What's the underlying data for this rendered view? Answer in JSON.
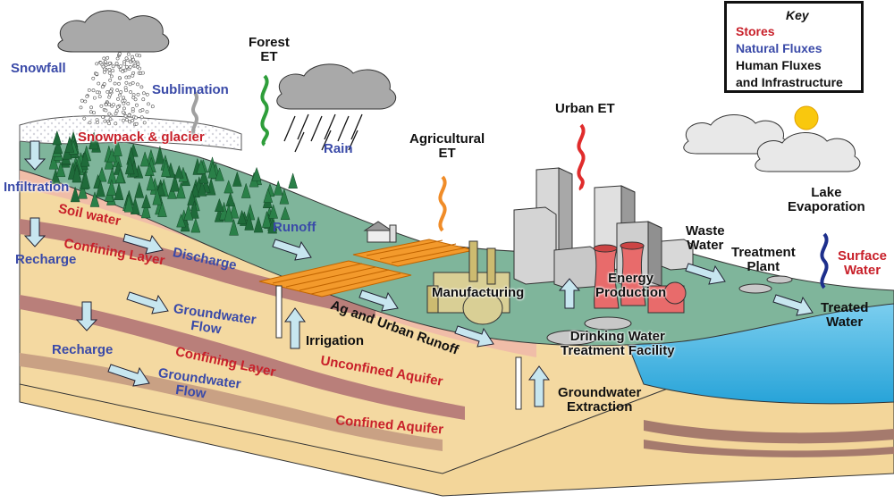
{
  "key": {
    "title": "Key",
    "stores": "Stores",
    "natural_fluxes": "Natural Fluxes",
    "human_fluxes_1": "Human Fluxes",
    "human_fluxes_2": "and Infrastructure"
  },
  "colors": {
    "stores": "#c8202a",
    "natural_fluxes": "#3a4aa8",
    "human_fluxes": "#111111"
  },
  "labels": {
    "snowfall": "Snowfall",
    "sublimation": "Sublimation",
    "forest_et_1": "Forest",
    "forest_et_2": "ET",
    "rain": "Rain",
    "snowpack": "Snowpack & glacier",
    "infiltration": "Infiltration",
    "soil_water": "Soil water",
    "recharge_1": "Recharge",
    "discharge": "Discharge",
    "confining_layer_1": "Confining Layer",
    "groundwater_flow_1a": "Groundwater",
    "groundwater_flow_1b": "Flow",
    "recharge_2": "Recharge",
    "confining_layer_2": "Confining Layer",
    "groundwater_flow_2a": "Groundwater",
    "groundwater_flow_2b": "Flow",
    "unconfined_aquifer": "Unconfined Aquifer",
    "confined_aquifer": "Confined Aquifer",
    "agricultural_et_1": "Agricultural",
    "agricultural_et_2": "ET",
    "runoff": "Runoff",
    "irrigation": "Irrigation",
    "ag_urban_runoff": "Ag and Urban Runoff",
    "manufacturing": "Manufacturing",
    "urban_et": "Urban ET",
    "energy_production_1": "Energy",
    "energy_production_2": "Production",
    "drinking_water_1": "Drinking Water",
    "drinking_water_2": "Treatment Facility",
    "groundwater_extraction_1": "Groundwater",
    "groundwater_extraction_2": "Extraction",
    "waste_water_1": "Waste",
    "waste_water_2": "Water",
    "treatment_plant_1": "Treatment",
    "treatment_plant_2": "Plant",
    "lake_evaporation_1": "Lake",
    "lake_evaporation_2": "Evaporation",
    "surface_water_1": "Surface",
    "surface_water_2": "Water",
    "treated_water_1": "Treated",
    "treated_water_2": "Water"
  }
}
